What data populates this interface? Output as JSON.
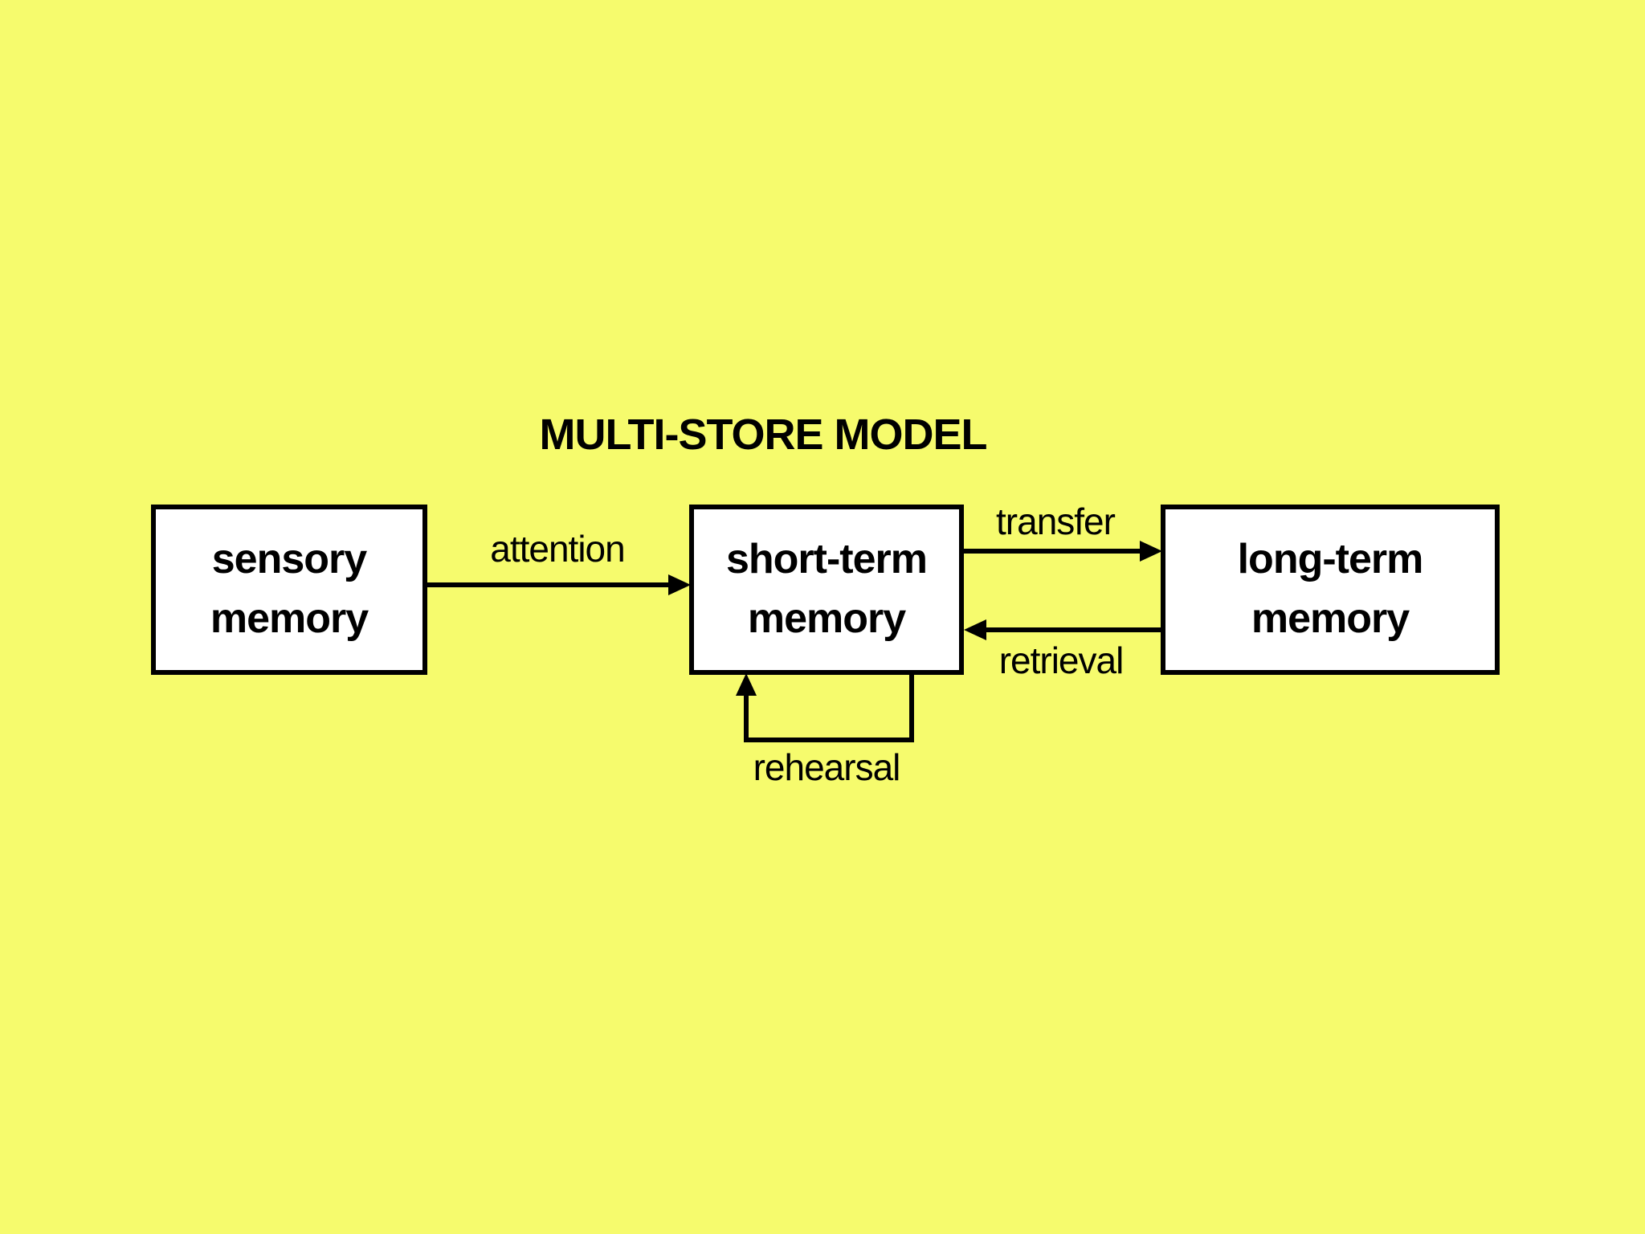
{
  "title": "MULTI-STORE MODEL",
  "colors": {
    "background": "#f6fb6d",
    "box_fill": "#ffffff",
    "line_and_text": "#000000"
  },
  "nodes": {
    "sensory": {
      "label": "sensory\nmemory"
    },
    "short_term": {
      "label": "short-term\nmemory"
    },
    "long_term": {
      "label": "long-term\nmemory"
    }
  },
  "edges": {
    "attention": {
      "label": "attention",
      "from": "sensory memory",
      "to": "short-term memory"
    },
    "transfer": {
      "label": "transfer",
      "from": "short-term memory",
      "to": "long-term memory"
    },
    "retrieval": {
      "label": "retrieval",
      "from": "long-term memory",
      "to": "short-term memory"
    },
    "rehearsal": {
      "label": "rehearsal",
      "from": "short-term memory",
      "to": "short-term memory"
    }
  }
}
